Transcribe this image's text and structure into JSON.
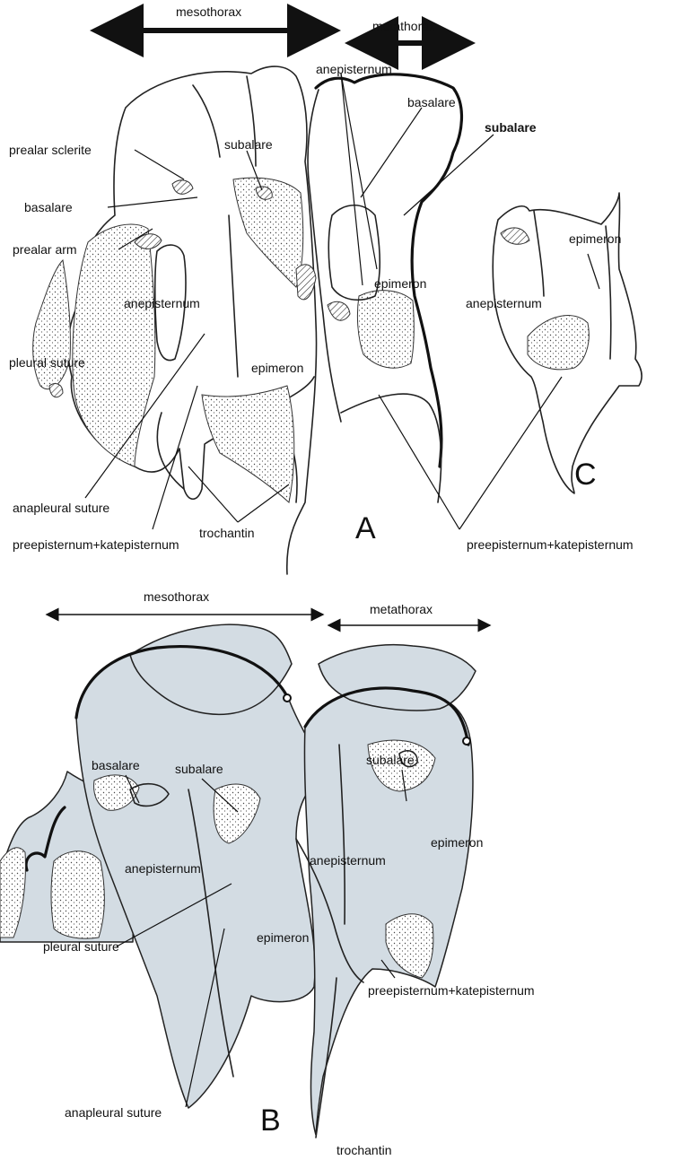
{
  "panel_a": {
    "letter": "A",
    "region_mesothorax": "mesothorax",
    "region_metathorax": "metathorax",
    "labels": {
      "anepisternum_top": "anepisternum",
      "basalare_right": "basalare",
      "subalare_right": "subalare",
      "prealar_sclerite": "prealar sclerite",
      "subalare_left": "subalare",
      "basalare_left": "basalare",
      "prealar_arm": "prealar arm",
      "epimeron_right": "epimeron",
      "anepisternum_left": "anepisternum",
      "pleural_suture": "pleural suture",
      "epimeron_center": "epimeron",
      "anapleural_suture": "anapleural suture",
      "trochantin": "trochantin",
      "preepisternum_katepisternum_left": "preepisternum+katepisternum",
      "preepisternum_katepisternum_right": "preepisternum+katepisternum"
    }
  },
  "panel_c": {
    "letter": "C",
    "labels": {
      "epimeron": "epimeron",
      "anepisternum": "anepisternum"
    }
  },
  "panel_b": {
    "letter": "B",
    "region_mesothorax": "mesothorax",
    "region_metathorax": "metathorax",
    "labels": {
      "basalare": "basalare",
      "subalare_left": "subalare",
      "subalare_right": "subalare",
      "epimeron_right": "epimeron",
      "anepisternum_left": "anepisternum",
      "anepisternum_right": "anepisternum",
      "pleural_suture": "pleural suture",
      "epimeron_center": "epimeron",
      "preepisternum_katepisternum": "preepisternum+katepisternum",
      "anapleural_suture": "anapleural suture",
      "trochantin": "trochantin"
    }
  },
  "colors": {
    "ink": "#111111",
    "cuticle_grey": "#d3dce3",
    "background": "#ffffff"
  }
}
